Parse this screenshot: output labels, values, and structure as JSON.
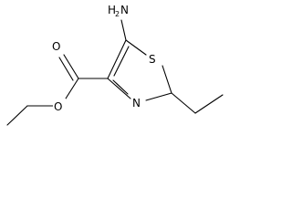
{
  "molecule": {
    "atoms": {
      "amine_main": "H",
      "amine_sub": "2",
      "amine_n": "N",
      "ring_sulfur": "S",
      "ring_nitrogen": "N",
      "carbonyl_oxygen": "O",
      "ester_oxygen": "O"
    }
  }
}
